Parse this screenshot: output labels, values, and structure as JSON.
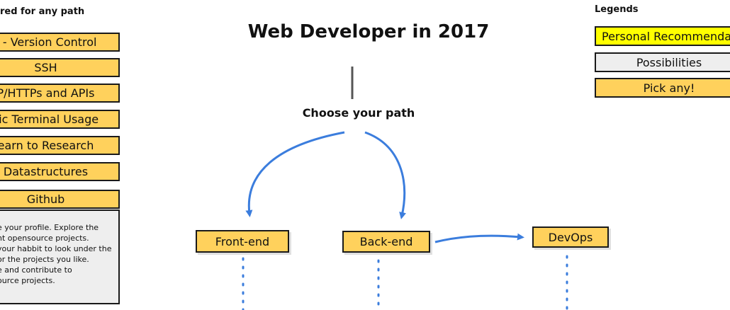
{
  "left_panel": {
    "title": "red for any path",
    "items": [
      "t - Version Control",
      "SSH",
      "P/HTTPs and APIs",
      "sic Terminal Usage",
      "earn to Research",
      "Datastructures",
      "Github"
    ],
    "description": "e your profile. Explore the\nnt opensource projects.\nyour habbit to look under the\nor the projects you like.\ne and contribute to\nource projects."
  },
  "main": {
    "title": "Web Developer in 2017",
    "subtitle": "Choose your path",
    "nodes": {
      "frontend": "Front-end",
      "backend": "Back-end",
      "devops": "DevOps"
    }
  },
  "legend": {
    "title": "Legends",
    "items": [
      {
        "label": "Personal Recommendation",
        "color": "#ffff00"
      },
      {
        "label": "Possibilities",
        "color": "#eeeeee"
      },
      {
        "label": "Pick any!",
        "color": "#ffd15c"
      }
    ]
  },
  "colors": {
    "node_fill": "#ffd15c",
    "arrow": "#3b7ddd",
    "dots": "#3b7ddd",
    "border": "#1a1a1a"
  }
}
